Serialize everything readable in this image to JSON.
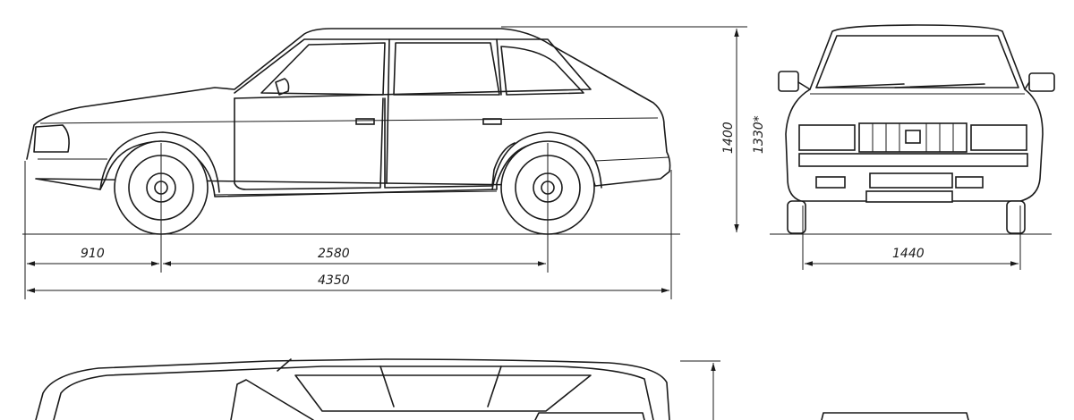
{
  "dimensions": {
    "front_overhang": "910",
    "wheelbase": "2580",
    "overall_length": "4350",
    "height_a": "1400",
    "height_b": "1330*",
    "track_width": "1440"
  }
}
